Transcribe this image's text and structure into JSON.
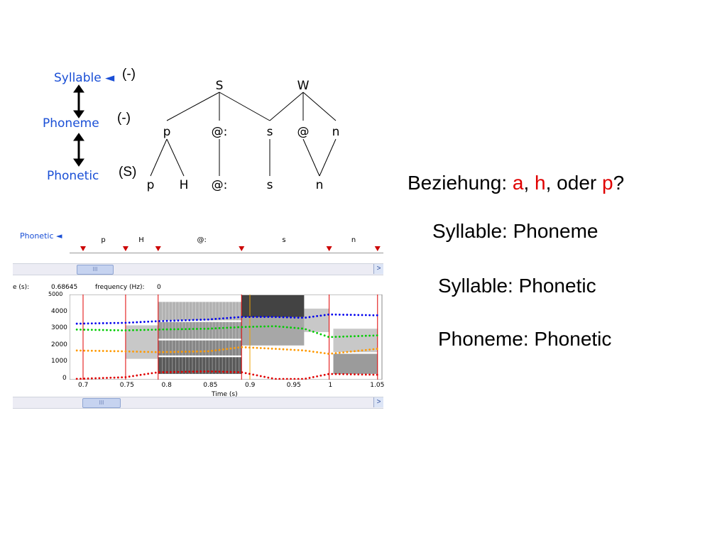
{
  "tree_panel": {
    "levels": [
      {
        "name": "Syllable ◄",
        "mark": "(-)"
      },
      {
        "name": "Phoneme",
        "mark": "(-)"
      },
      {
        "name": "Phonetic",
        "mark": "(S)"
      }
    ],
    "syllable_tier": [
      "S",
      "W"
    ],
    "phoneme_tier": [
      "p",
      "@:",
      "s",
      "@",
      "n"
    ],
    "phonetic_tier": [
      "p",
      "H",
      "@:",
      "s",
      "n"
    ]
  },
  "question": {
    "prefix": "Beziehung: ",
    "options": [
      "a",
      "h",
      "p"
    ],
    "sep": ", ",
    "conj": ", oder ",
    "end": "?",
    "accent_color": "#e00000"
  },
  "relations": [
    "Syllable: Phoneme",
    "Syllable: Phonetic",
    "Phoneme: Phonetic"
  ],
  "emu_window": {
    "tier_label": "Phonetic ◄",
    "segments": [
      "p",
      "H",
      "@:",
      "s",
      "n"
    ],
    "boundary_times": [
      0.7,
      0.751,
      0.79,
      0.89,
      0.995,
      1.053
    ],
    "info": {
      "time_label": "e (s):",
      "time_value": "0.68645",
      "freq_label": "frequency (Hz):",
      "freq_value": "0"
    },
    "freq_ticks": [
      "5000",
      "4000",
      "3000",
      "2000",
      "1000",
      "0"
    ],
    "time_ticks": [
      "0.7",
      "0.75",
      "0.8",
      "0.85",
      "0.9",
      "0.95",
      "1",
      "1.05"
    ],
    "xlabel": "Time (s)",
    "thumb_label": "III",
    "scroll_arrow": ">",
    "cursor_time": 0.9,
    "formant_colors": {
      "F1": "#e00000",
      "F2": "#ff9900",
      "F3": "#00cc00",
      "F4": "#0000ee"
    }
  }
}
